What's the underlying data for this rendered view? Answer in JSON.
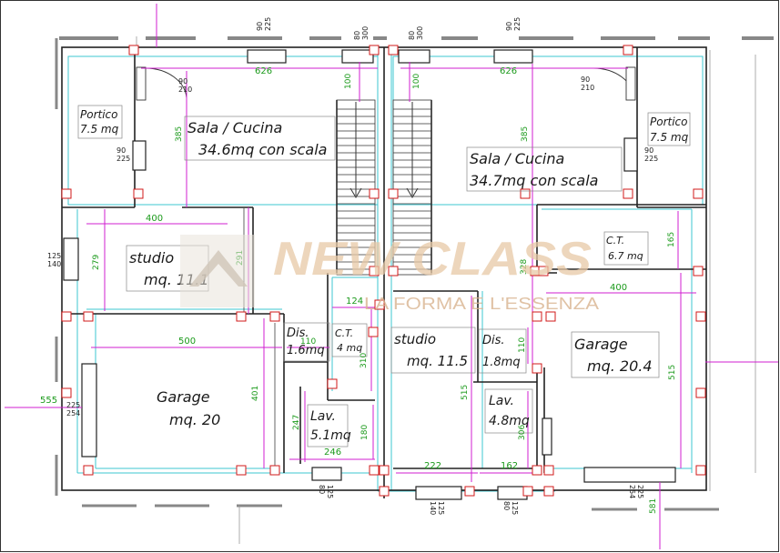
{
  "rooms": {
    "sala_left_title": "Sala / Cucina",
    "sala_left_area": "34.6mq con scala",
    "sala_right_title": "Sala / Cucina",
    "sala_right_area": "34.7mq con scala",
    "portico_left_title": "Portico",
    "portico_left_area": "7.5 mq",
    "portico_right_title": "Portico",
    "portico_right_area": "7.5 mq",
    "studio_left_title": "studio",
    "studio_left_area": "mq. 11.1",
    "studio_right_title": "studio",
    "studio_right_area": "mq. 11.5",
    "garage_left_title": "Garage",
    "garage_left_area": "mq. 20",
    "garage_right_title": "Garage",
    "garage_right_area": "mq. 20.4",
    "dis_left_title": "Dis.",
    "dis_left_area": "1.6mq",
    "dis_right_title": "Dis.",
    "dis_right_area": "1.8mq",
    "ct_left_title": "C.T.",
    "ct_left_area": "4 mq",
    "ct_right_title": "C.T.",
    "ct_right_area": "6.7 mq",
    "lav_left_title": "Lav.",
    "lav_left_area": "5.1mq",
    "lav_right_title": "Lav.",
    "lav_right_area": "4.8mq"
  },
  "dimensions": {
    "d626_left": "626",
    "d626_right": "626",
    "d100_left": "100",
    "d100_right": "100",
    "d385_left": "385",
    "d385_right": "385",
    "d400_left": "400",
    "d400_right": "400",
    "d279": "279",
    "d291": "291",
    "d500": "500",
    "d401": "401",
    "d110_left": "110",
    "d110_right": "110",
    "d124": "124",
    "d310": "310",
    "d247": "247",
    "d180": "180",
    "d246": "246",
    "d328": "328",
    "d165": "165",
    "d515_mid": "515",
    "d515_right": "515",
    "d306": "306",
    "d222": "222",
    "d162": "162",
    "d555": "555",
    "d581": "581"
  },
  "openings": {
    "w_top1": "90\n225",
    "w_top2": "80\n300",
    "w_top3": "80\n300",
    "w_top4": "90\n225",
    "door_left": "90\n210",
    "door_right": "90\n210",
    "w_portL": "90\n225",
    "w_portR": "90\n225",
    "w_leftside": "125\n140",
    "w_garageL": "225\n254",
    "w_bottom1": "125\n80",
    "w_bottom2": "125\n140",
    "w_bottom3": "125\n80",
    "w_garageR": "225\n254"
  },
  "watermark": {
    "brand": "NEW CLASS",
    "tagline": "LA FORMA E L'ESSENZA"
  },
  "colors": {
    "wall": "#222222",
    "cyan_line": "#3ec7d1",
    "dimension_line": "#d11fd1",
    "dimension_text": "#1b9a1b",
    "column_marker": "#d11a1a",
    "watermark": "#e8c9a6"
  }
}
